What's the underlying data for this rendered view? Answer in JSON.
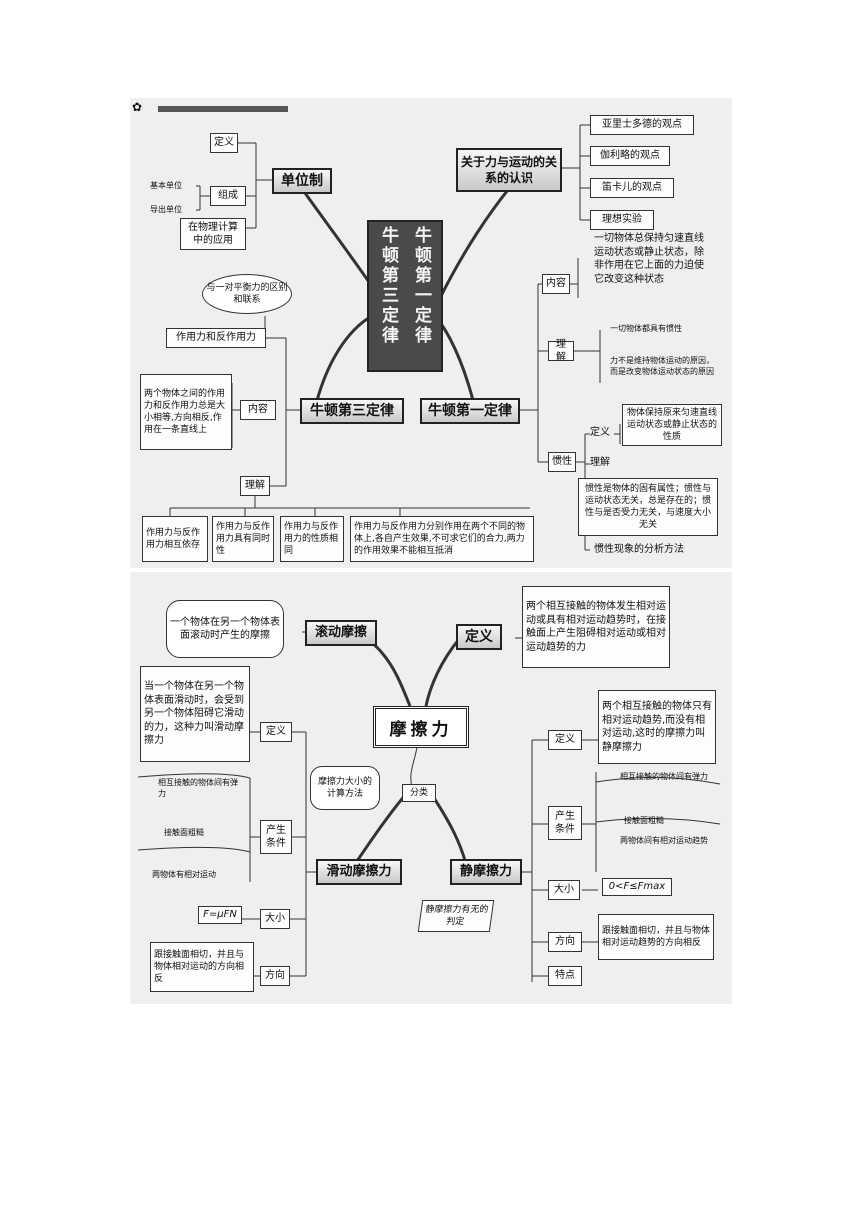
{
  "newton": {
    "first_law_title": "牛顿第一定律",
    "third_law_title": "牛顿第三定律",
    "units": {
      "title": "单位制",
      "definition": "定义",
      "composition": "组成",
      "base_unit": "基本单位",
      "derived_unit": "导出单位",
      "application": "在物理计算中的应用"
    },
    "force_motion": {
      "title": "关于力与运动的关系的认识",
      "items": [
        "亚里士多德的观点",
        "伽利略的观点",
        "笛卡儿的观点",
        "理想实验"
      ]
    },
    "first": {
      "content_label": "内容",
      "content_text": "一切物体总保持匀速直线运动状态或静止状态，除非作用在它上面的力迫使它改变这种状态",
      "understand_label": "理解",
      "understand_1": "一切物体都具有惯性",
      "understand_2": "力不是维持物体运动的原因，而是改变物体运动状态的原因",
      "inertia_label": "惯性",
      "inertia_def_label": "定义",
      "inertia_def": "物体保持原来匀速直线运动状态或静止状态的性质",
      "inertia_understand_label": "理解",
      "inertia_understand": "惯性是物体的固有属性；惯性与运动状态无关，总是存在的；惯性与是否受力无关，与速度大小无关",
      "inertia_analysis": "惯性现象的分析方法"
    },
    "third": {
      "balance_note": "与一对平衡力的区别和联系",
      "action_reaction": "作用力和反作用力",
      "content_label": "内容",
      "content_text": "两个物体之间的作用力和反作用力总是大小相等,方向相反,作用在一条直线上",
      "understand_label": "理解",
      "understand_items": [
        "作用力与反作用力相互依存",
        "作用力与反作用力具有同时性",
        "作用力与反作用力的性质相同",
        "作用力与反作用力分别作用在两个不同的物体上,各自产生效果,不可求它们的合力,两力的作用效果不能相互抵消"
      ]
    }
  },
  "friction": {
    "title": "摩擦力",
    "definition_label": "定义",
    "definition_text": "两个相互接触的物体发生相对运动或具有相对运动趋势时，在接触面上产生阻碍相对运动或相对运动趋势的力",
    "rolling": {
      "title": "滚动摩擦",
      "text": "一个物体在另一个物体表面滚动时产生的摩擦"
    },
    "classify_label": "分类",
    "calc_note": "摩擦力大小的计算方法",
    "sliding": {
      "title": "滑动摩擦力",
      "def_label": "定义",
      "def_text": "当一个物体在另一个物体表面滑动时，会受到另一个物体阻碍它滑动的力，这种力叫滑动摩擦力",
      "cond_label": "产生条件",
      "cond_items": [
        "相互接触的物体间有弹力",
        "接触面粗糙",
        "两物体有相对运动"
      ],
      "size_label": "大小",
      "formula": "F=μFN",
      "dir_label": "方向",
      "dir_text": "跟接触面相切，并且与物体相对运动的方向相反"
    },
    "static": {
      "title": "静摩擦力",
      "judge_note": "静摩擦力有无的判定",
      "def_label": "定义",
      "def_text": "两个相互接触的物体只有相对运动趋势,而没有相对运动,这时的摩擦力叫静摩擦力",
      "cond_label": "产生条件",
      "cond_items": [
        "相互接触的物体间有弹力",
        "接触面粗糙",
        "两物体间有相对运动趋势"
      ],
      "size_label": "大小",
      "formula": "0<F≤Fmax",
      "dir_label": "方向",
      "dir_text": "跟接触面相切，并且与物体相对运动趋势的方向相反",
      "feature_label": "特点"
    }
  },
  "colors": {
    "panel_bg": "#efefef",
    "title_bg": "#4a4a4a",
    "line": "#333333"
  }
}
